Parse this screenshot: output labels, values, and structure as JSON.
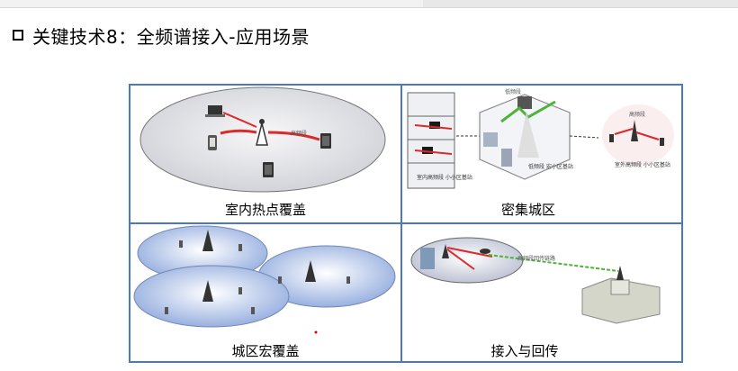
{
  "slide": {
    "title": "关键技术8：全频谱接入-应用场景"
  },
  "panels": [
    {
      "caption": "室内热点覆盖",
      "labels": {
        "link": "高频段"
      }
    },
    {
      "caption": "密集城区",
      "labels": {
        "building_left": "室内高频段\n小小区基站",
        "hex_center": "低频段\n宏小区基站",
        "hex_top": "低频段",
        "right_cluster": "室外高频段\n小小区基站",
        "right_top": "高频段"
      }
    },
    {
      "caption": "城区宏覆盖"
    },
    {
      "caption": "接入与回传",
      "labels": {
        "backhaul": "高频段回传链路"
      }
    }
  ],
  "colors": {
    "frame": "#4a78c2",
    "ellipse_gray": "#d7d7db",
    "ellipse_blue": "#9fb8e6",
    "beam_red": "#d92b2b",
    "beam_green": "#4fb33a"
  }
}
